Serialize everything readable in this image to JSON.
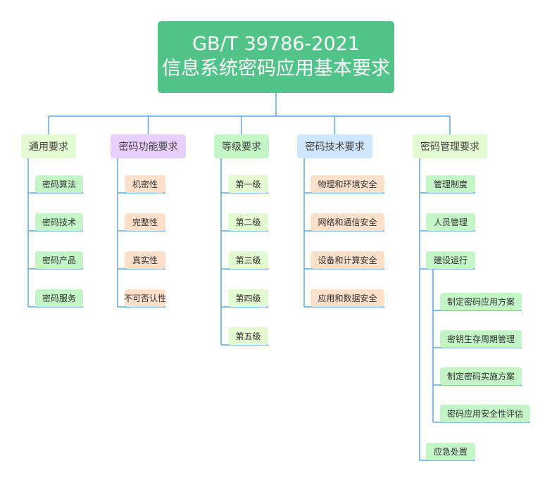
{
  "root": {
    "line1": "GB/T 39786-2021",
    "line2": "信息系统密码应用基本要求"
  },
  "categories": [
    {
      "label": "通用要求",
      "color": "#e4fad0",
      "items": [
        {
          "label": "密码算法"
        },
        {
          "label": "密码技术"
        },
        {
          "label": "密码产品"
        },
        {
          "label": "密码服务"
        }
      ],
      "item_color": "#c3f5c6"
    },
    {
      "label": "密码功能要求",
      "color": "#e6cffa",
      "items": [
        {
          "label": "机密性"
        },
        {
          "label": "完整性"
        },
        {
          "label": "真实性"
        },
        {
          "label": "不可否认性"
        }
      ],
      "item_color": "#fde0c9"
    },
    {
      "label": "等级要求",
      "color": "#c3f5c6",
      "items": [
        {
          "label": "第一级"
        },
        {
          "label": "第二级"
        },
        {
          "label": "第三级"
        },
        {
          "label": "第四级"
        },
        {
          "label": "第五级"
        }
      ],
      "item_color": "#e4fad0"
    },
    {
      "label": "密码技术要求",
      "color": "#cfe5fa",
      "items": [
        {
          "label": "物理和环境安全"
        },
        {
          "label": "网络和通信安全"
        },
        {
          "label": "设备和计算安全"
        },
        {
          "label": "应用和数据安全"
        }
      ],
      "item_color": "#fde0c9"
    },
    {
      "label": "密码管理要求",
      "color": "#e4fad0",
      "items": [
        {
          "label": "管理制度"
        },
        {
          "label": "人员管理"
        },
        {
          "label": "建设运行",
          "children": [
            {
              "label": "制定密码应用方案"
            },
            {
              "label": "密钥生存周期管理"
            },
            {
              "label": "制定密码实施方案"
            },
            {
              "label": "密码应用安全性评估"
            }
          ]
        },
        {
          "label": "应急处置"
        }
      ],
      "item_color": "#c3f5c6",
      "subitem_color": "#c3f5c6"
    }
  ],
  "colors": {
    "line": "#5aa9e6",
    "root": "#52c48a"
  }
}
